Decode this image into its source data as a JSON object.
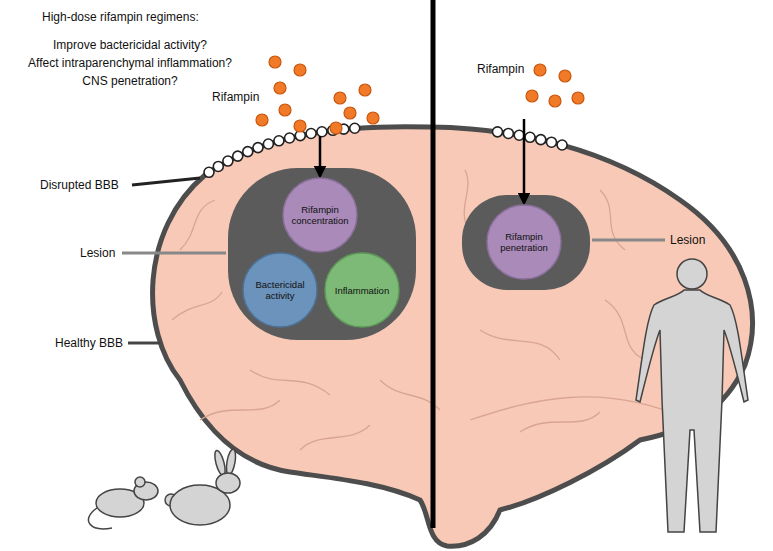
{
  "diagram": {
    "title": "High-dose rifampin regimens:",
    "nodes": [
      {
        "text": [
          "Rifampin"
        ]
      },
      {
        "text": [
          "Rifampin concentration"
        ]
      },
      {
        "text": [
          "Bactericidal activity"
        ]
      },
      {
        "text": [
          "Inflammation"
        ]
      },
      {
        "text": [
          "Rifampin"
        ]
      },
      {
        "text": [
          "Rifampin penetration"
        ]
      }
    ],
    "edges": [
      {
        "from": 0,
        "to": 1,
        "arrow": "to"
      },
      {
        "from": 4,
        "to": 5,
        "arrow": "to"
      }
    ],
    "labels": [
      "Improve bactericidal activity?",
      "Affect intraparenchymal inflammation?",
      "CNS penetration?",
      "Disrupted BBB",
      "Lesion",
      "Healthy BBB",
      "Lesion"
    ]
  }
}
